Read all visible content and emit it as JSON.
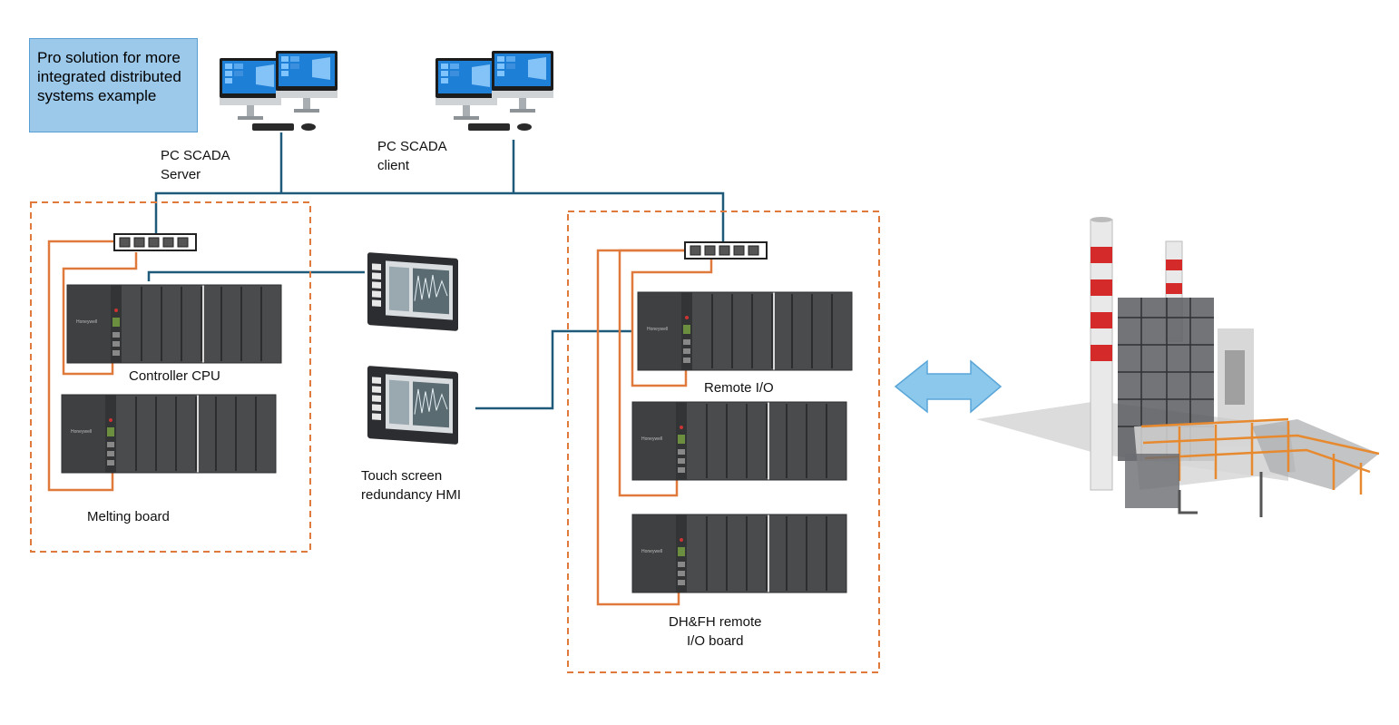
{
  "callout": "Pro solution for more integrated distributed systems example",
  "labels": {
    "pc_scada_server": [
      "PC SCADA",
      "Server"
    ],
    "pc_scada_client": [
      "PC SCADA",
      "client"
    ],
    "controller_cpu": "Controller CPU",
    "melting_board": "Melting board",
    "touch_screen_hmi": [
      "Touch screen",
      "redundancy HMI"
    ],
    "remote_io": "Remote I/O",
    "dhfh_remote_io_board": [
      "DH&FH remote",
      "I/O board"
    ]
  },
  "colors": {
    "network_line": "#1f5a7a",
    "local_cable": "#e07a3c",
    "zone_border": "#e07a3c",
    "callout_fill": "#9cc9ea",
    "callout_border": "#5a9fd4",
    "arrow_fill": "#8cc8ec",
    "plc_module": "#4a4b4d"
  },
  "icons": [
    "desktop-pc-icon",
    "network-switch-icon",
    "plc-rack-icon",
    "hmi-panel-icon",
    "double-arrow-icon",
    "industrial-plant-icon"
  ]
}
